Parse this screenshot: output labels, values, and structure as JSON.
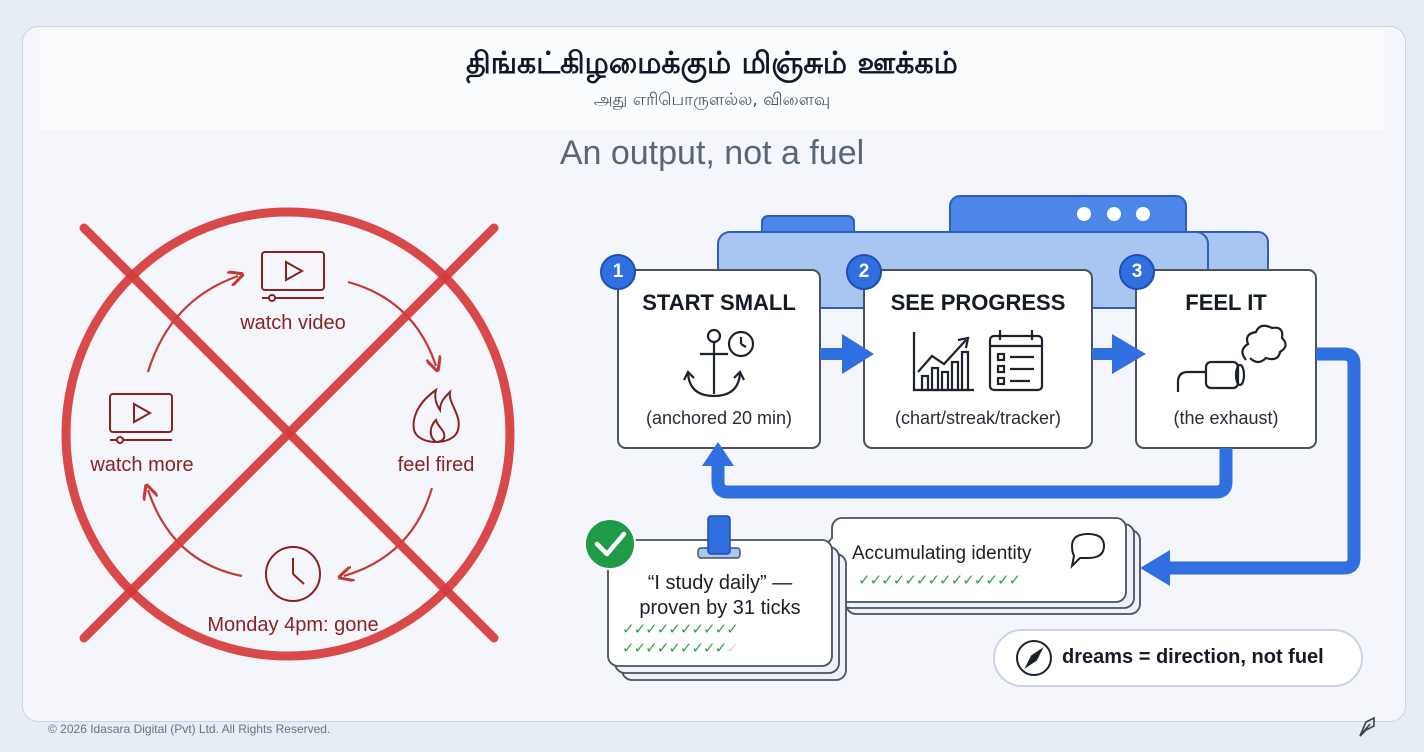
{
  "header": {
    "title": "திங்கட்கிழமைக்கும் மிஞ்சும் ஊக்கம்",
    "subtitle": "அது எரிபொருளல்ல, விளைவு",
    "tagline": "An output, not a fuel"
  },
  "rejected_loop": {
    "nodes": {
      "watch_video": "watch video",
      "feel_fired": "feel fired",
      "monday": "Monday 4pm: gone",
      "watch_more": "watch more"
    }
  },
  "steps": [
    {
      "number": "1",
      "title": "START SMALL",
      "caption": "(anchored 20 min)",
      "icon": "anchor-clock-icon"
    },
    {
      "number": "2",
      "title": "SEE PROGRESS",
      "caption": "(chart/streak/tracker)",
      "icon": "chart-calendar-icon"
    },
    {
      "number": "3",
      "title": "FEEL IT",
      "caption": "(the exhaust)",
      "icon": "exhaust-pipe-icon"
    }
  ],
  "identity_card": {
    "label": "Accumulating identity",
    "ticks": 14
  },
  "claim_card": {
    "line1": "“I study daily” —",
    "line2": "proven by 31 ticks",
    "ticks_done": 19,
    "ticks_total": 20
  },
  "dreams": {
    "label": "dreams = direction, not fuel",
    "icon": "compass-icon"
  },
  "footer": {
    "copyright": "© 2026 Idasara Digital (Pvt) Ltd. All Rights Reserved.",
    "icon": "pen-icon"
  },
  "colors": {
    "accent_blue": "#2f6fe0",
    "red": "#d63a3a",
    "green": "#1f9a46",
    "dark_red": "#8a2222"
  }
}
